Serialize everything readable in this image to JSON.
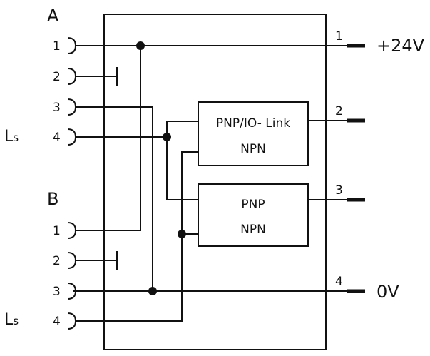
{
  "groups": {
    "a": {
      "label": "A",
      "ls_main": "L",
      "ls_sub": "s",
      "pins": [
        "1",
        "2",
        "3",
        "4"
      ]
    },
    "b": {
      "label": "B",
      "ls_main": "L",
      "ls_sub": "s",
      "pins": [
        "1",
        "2",
        "3",
        "4"
      ]
    }
  },
  "outputs": [
    {
      "pin": "1",
      "label": "+24V"
    },
    {
      "pin": "2",
      "label": ""
    },
    {
      "pin": "3",
      "label": ""
    },
    {
      "pin": "4",
      "label": "0V"
    }
  ],
  "boxes": [
    {
      "line1": "PNP/IO- Link",
      "line2": "NPN"
    },
    {
      "line1": "PNP",
      "line2": "NPN"
    }
  ],
  "colors": {
    "stroke": "#111111",
    "background": "#ffffff"
  }
}
